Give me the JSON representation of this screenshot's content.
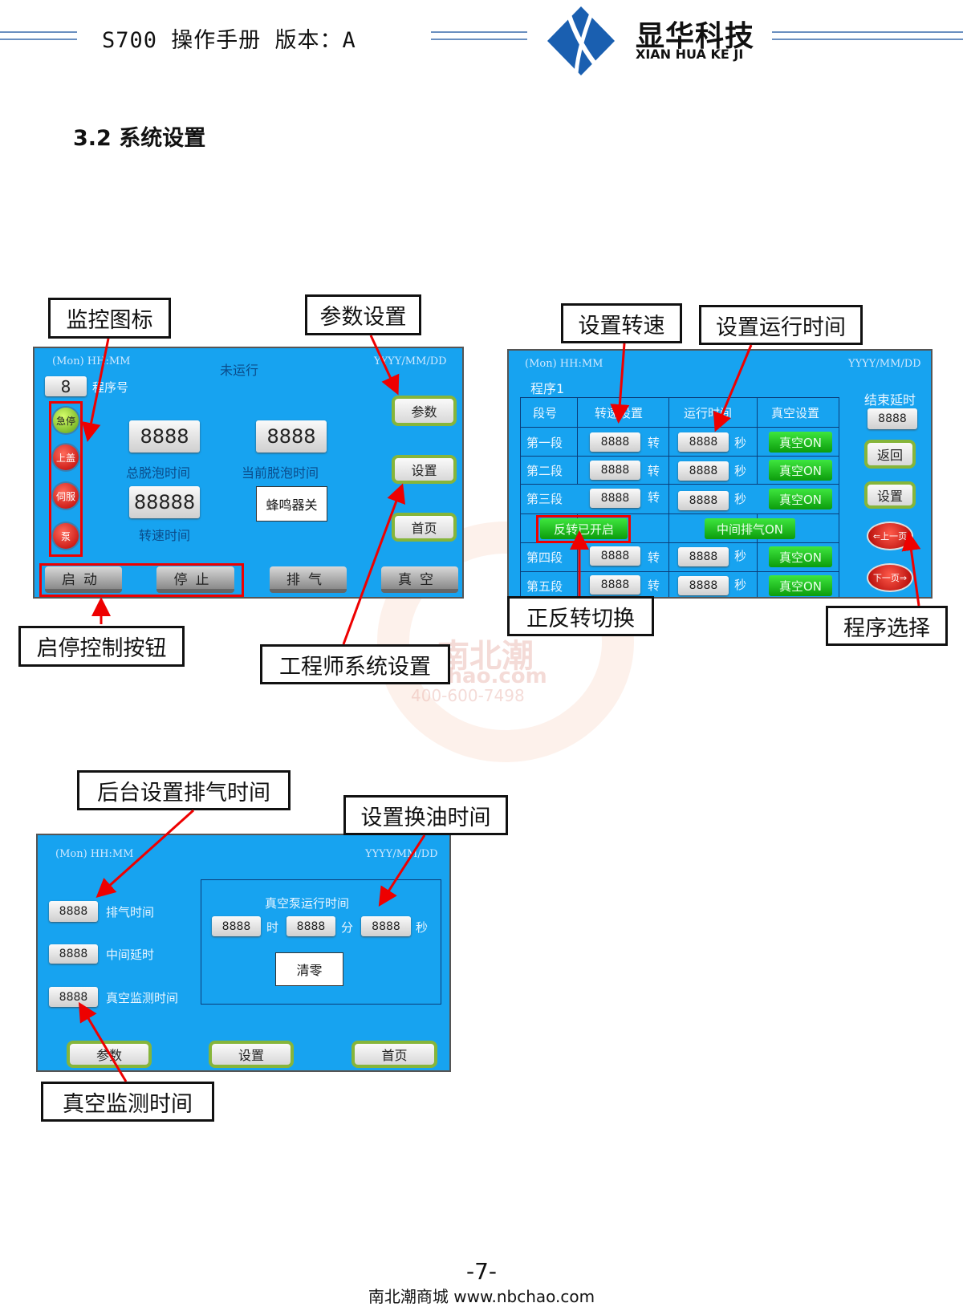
{
  "header": {
    "title": "S700 操作手册  版本：A",
    "brand_cn": "显华科技",
    "brand_en": "XIAN HUA KE JI"
  },
  "section_title": "3.2 系统设置",
  "callouts": {
    "monitor_icons": "监控图标",
    "param_settings": "参数设置",
    "start_stop": "启停控制按钮",
    "engineer_settings": "工程师系统设置",
    "set_speed": "设置转速",
    "set_runtime": "设置运行时间",
    "reverse_toggle": "正反转切换",
    "program_select": "程序选择",
    "backend_exhaust": "后台设置排气时间",
    "oil_change_time": "设置换油时间",
    "vacuum_monitor": "真空监测时间"
  },
  "screen_main": {
    "time": "(Mon) HH:MM",
    "date": "YYYY/MM/DD",
    "status": "未运行",
    "program_no": "8",
    "program_label": "程序号",
    "indicators": [
      "急停",
      "上盖",
      "伺服",
      "泵"
    ],
    "total_time_value": "8888",
    "total_time_label": "总脱泡时间",
    "current_time_value": "8888",
    "current_time_label": "当前脱泡时间",
    "speed_time_value": "88888",
    "speed_time_label": "转速时间",
    "buzzer": "蜂鸣器关",
    "side_buttons": [
      "参数",
      "设置",
      "首页"
    ],
    "bottom_buttons": [
      "启动",
      "停止",
      "排气",
      "真空"
    ]
  },
  "screen_program": {
    "time": "(Mon) HH:MM",
    "date": "YYYY/MM/DD",
    "program": "程序1",
    "headers": [
      "段号",
      "转速设置",
      "运行时间",
      "真空设置"
    ],
    "rows": [
      {
        "name": "第一段",
        "speed": "8888",
        "speed_unit": "转",
        "time": "8888",
        "time_unit": "秒",
        "vacuum": "真空ON"
      },
      {
        "name": "第二段",
        "speed": "8888",
        "speed_unit": "转",
        "time": "8888",
        "time_unit": "秒",
        "vacuum": "真空ON"
      },
      {
        "name": "第三段",
        "speed": "8888",
        "speed_unit": "转",
        "time": "8888",
        "time_unit": "秒",
        "vacuum": "真空ON"
      },
      {
        "name": "第四段",
        "speed": "8888",
        "speed_unit": "转",
        "time": "8888",
        "time_unit": "秒",
        "vacuum": "真空ON"
      },
      {
        "name": "第五段",
        "speed": "8888",
        "speed_unit": "转",
        "time": "8888",
        "time_unit": "秒",
        "vacuum": "真空ON"
      }
    ],
    "reverse": "反转已开启",
    "mid_exhaust": "中间排气ON",
    "end_delay_label": "结束延时",
    "end_delay_value": "8888",
    "back": "返回",
    "settings": "设置",
    "prev": "上一页",
    "next": "下一页"
  },
  "screen_backend": {
    "time": "(Mon) HH:MM",
    "date": "YYYY/MM/DD",
    "fields": [
      {
        "value": "8888",
        "label": "排气时间"
      },
      {
        "value": "8888",
        "label": "中间延时"
      },
      {
        "value": "8888",
        "label": "真空监测时间"
      }
    ],
    "pump_title": "真空泵运行时间",
    "pump": [
      {
        "value": "8888",
        "unit": "时"
      },
      {
        "value": "8888",
        "unit": "分"
      },
      {
        "value": "8888",
        "unit": "秒"
      }
    ],
    "reset": "清零",
    "buttons": [
      "参数",
      "设置",
      "首页"
    ]
  },
  "watermark": {
    "cn": "南北潮",
    "site": "nbchao.com",
    "phone": "400-600-7498"
  },
  "footer": {
    "page": "-7-",
    "site": "南北潮商城 www.nbchao.com"
  }
}
